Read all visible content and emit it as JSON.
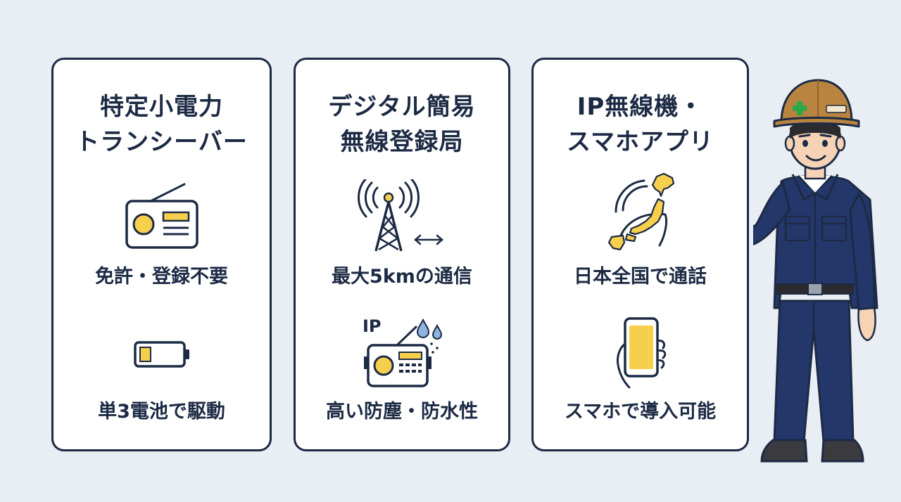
{
  "colors": {
    "navy": "#1c2a44",
    "yellow": "#f6d04d",
    "uniform": "#24376b",
    "helmet": "#b8843f",
    "background": "#e9edf4",
    "card": "#ffffff"
  },
  "cards": [
    {
      "title_lines": [
        "特定小電力",
        "トランシーバー"
      ],
      "features": [
        {
          "icon": "radio-icon",
          "label": "免許・登録不要"
        },
        {
          "icon": "battery-icon",
          "label": "単3電池で駆動"
        }
      ]
    },
    {
      "title_lines": [
        "デジタル簡易",
        "無線登録局"
      ],
      "features": [
        {
          "icon": "antenna-tower-icon",
          "label": "最大5kmの通信"
        },
        {
          "icon": "waterproof-radio-icon",
          "label": "高い防塵・防水性",
          "badge": "IP"
        }
      ]
    },
    {
      "title_lines": [
        "IP無線機・",
        "スマホアプリ"
      ],
      "features": [
        {
          "icon": "japan-map-icon",
          "label": "日本全国で通話"
        },
        {
          "icon": "smartphone-icon",
          "label": "スマホで導入可能"
        }
      ]
    }
  ],
  "presenter": {
    "icon": "worker-presenter-icon",
    "helmet_badge": "cross-icon"
  }
}
